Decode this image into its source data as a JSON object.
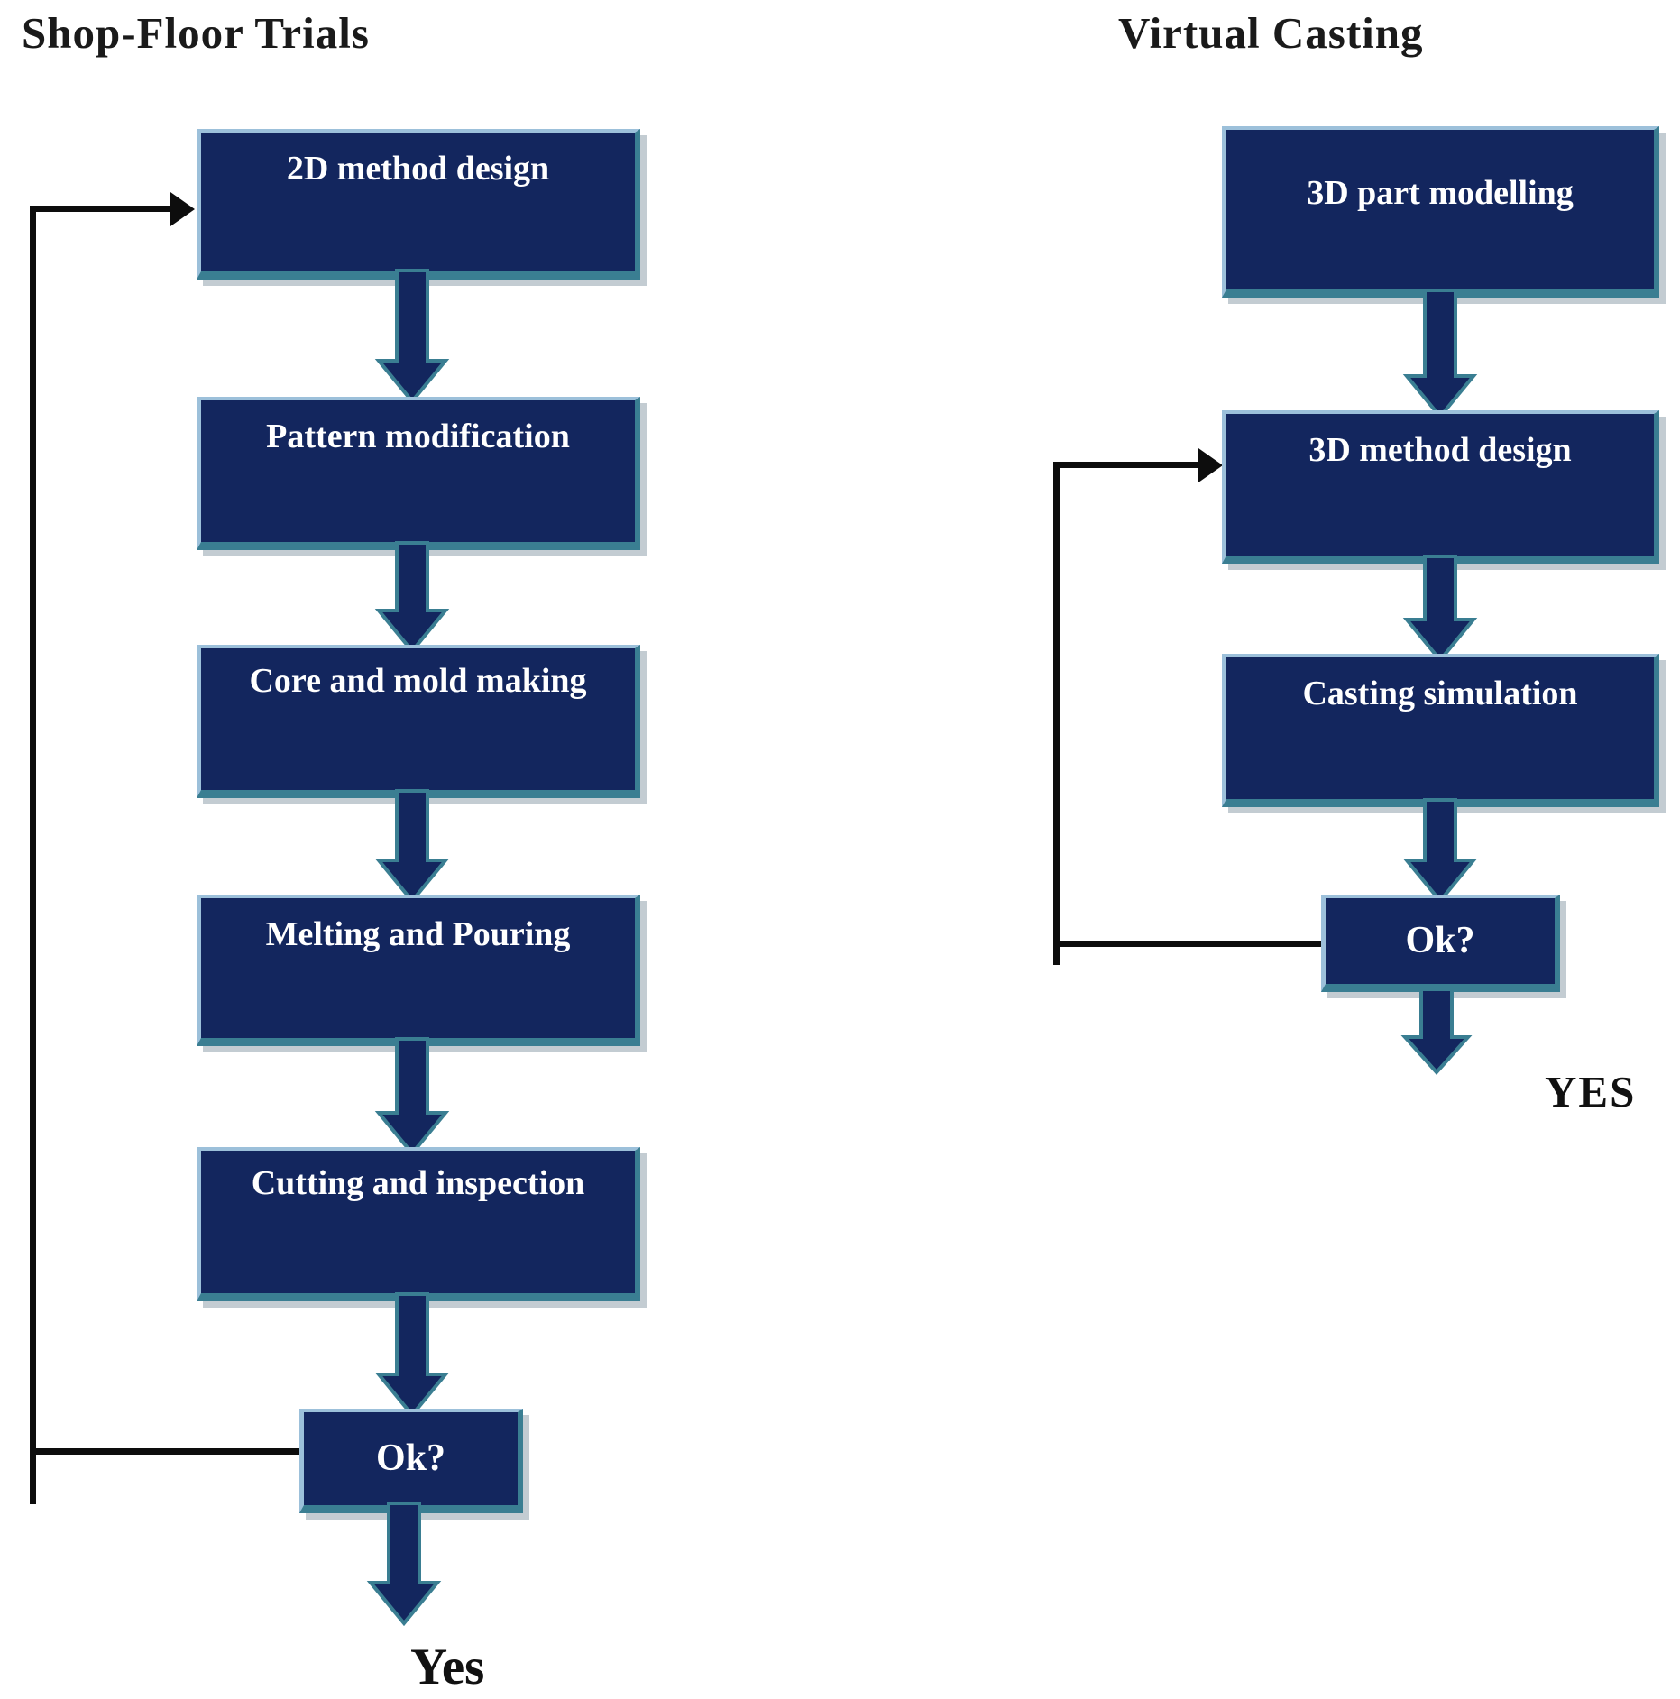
{
  "diagram": {
    "left": {
      "title": "Shop-Floor Trials",
      "boxes": [
        "2D method design",
        "Pattern modification",
        "Core and mold making",
        "Melting and Pouring",
        "Cutting and inspection",
        "Ok?"
      ],
      "exit_label": "Yes"
    },
    "right": {
      "title": "Virtual Casting",
      "boxes": [
        "3D part modelling",
        "3D method design",
        "Casting simulation",
        "Ok?"
      ],
      "exit_label": "YES"
    },
    "colors": {
      "node_fill": "#13265e",
      "node_edge_teal": "#3a7e92",
      "node_edge_highlight": "#9cc0da",
      "connector_black": "#0d0d0d",
      "node_text": "#ffffff",
      "title_text": "#1a1a1a"
    }
  }
}
